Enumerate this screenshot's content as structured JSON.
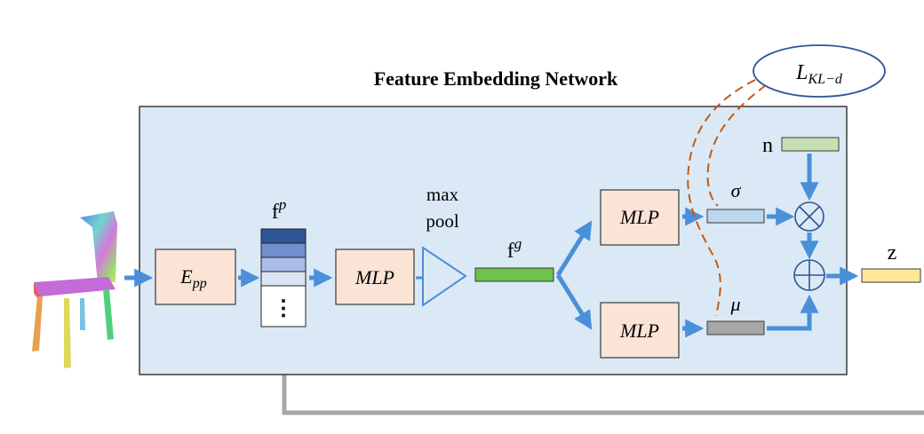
{
  "title": "Feature Embedding Network",
  "labels": {
    "encoder": "E",
    "encoder_sub": "pp",
    "fp": "f",
    "fp_sup": "p",
    "mlp": "MLP",
    "maxpool_line1": "max",
    "maxpool_line2": "pool",
    "fg": "f",
    "fg_sup": "g",
    "sigma": "σ",
    "mu": "μ",
    "n": "n",
    "z": "z",
    "loss": "L",
    "loss_sub": "KL−d",
    "dots": "⋮",
    "mult": "⊗",
    "add": "⊕"
  },
  "colors": {
    "network_bg": "#dbe9f6",
    "arrow": "#4a90d9",
    "mlp_fill": "#fbe3d6",
    "fg_fill": "#6cc24a",
    "sigma_fill": "#bcd6ee",
    "mu_fill": "#a6a6a6",
    "n_fill": "#c6e0b4",
    "z_fill": "#ffe699",
    "loss_dash": "#c55a11",
    "skip_line": "#a6a6a6"
  }
}
